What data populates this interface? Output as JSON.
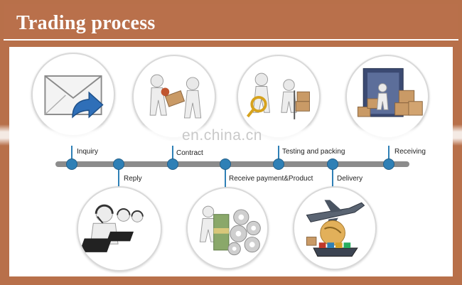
{
  "header": {
    "title": "Trading process"
  },
  "watermark": "en.china.cn",
  "steps": [
    {
      "label": "Inquiry"
    },
    {
      "label": "Reply"
    },
    {
      "label": "Contract"
    },
    {
      "label": "Receive payment&Product"
    },
    {
      "label": "Testing and packing"
    },
    {
      "label": "Delivery"
    },
    {
      "label": "Receiving"
    }
  ],
  "colors": {
    "frame": "#b8704a",
    "timeline": "#8c8c8c",
    "node": "#2f80b6"
  },
  "icons": [
    "envelope-reply-icon",
    "customer-service-headset-icon",
    "handshake-deal-icon",
    "money-and-gears-icon",
    "inspection-magnifier-icon",
    "cargo-plane-ship-icon",
    "warehouse-boxes-icon"
  ]
}
